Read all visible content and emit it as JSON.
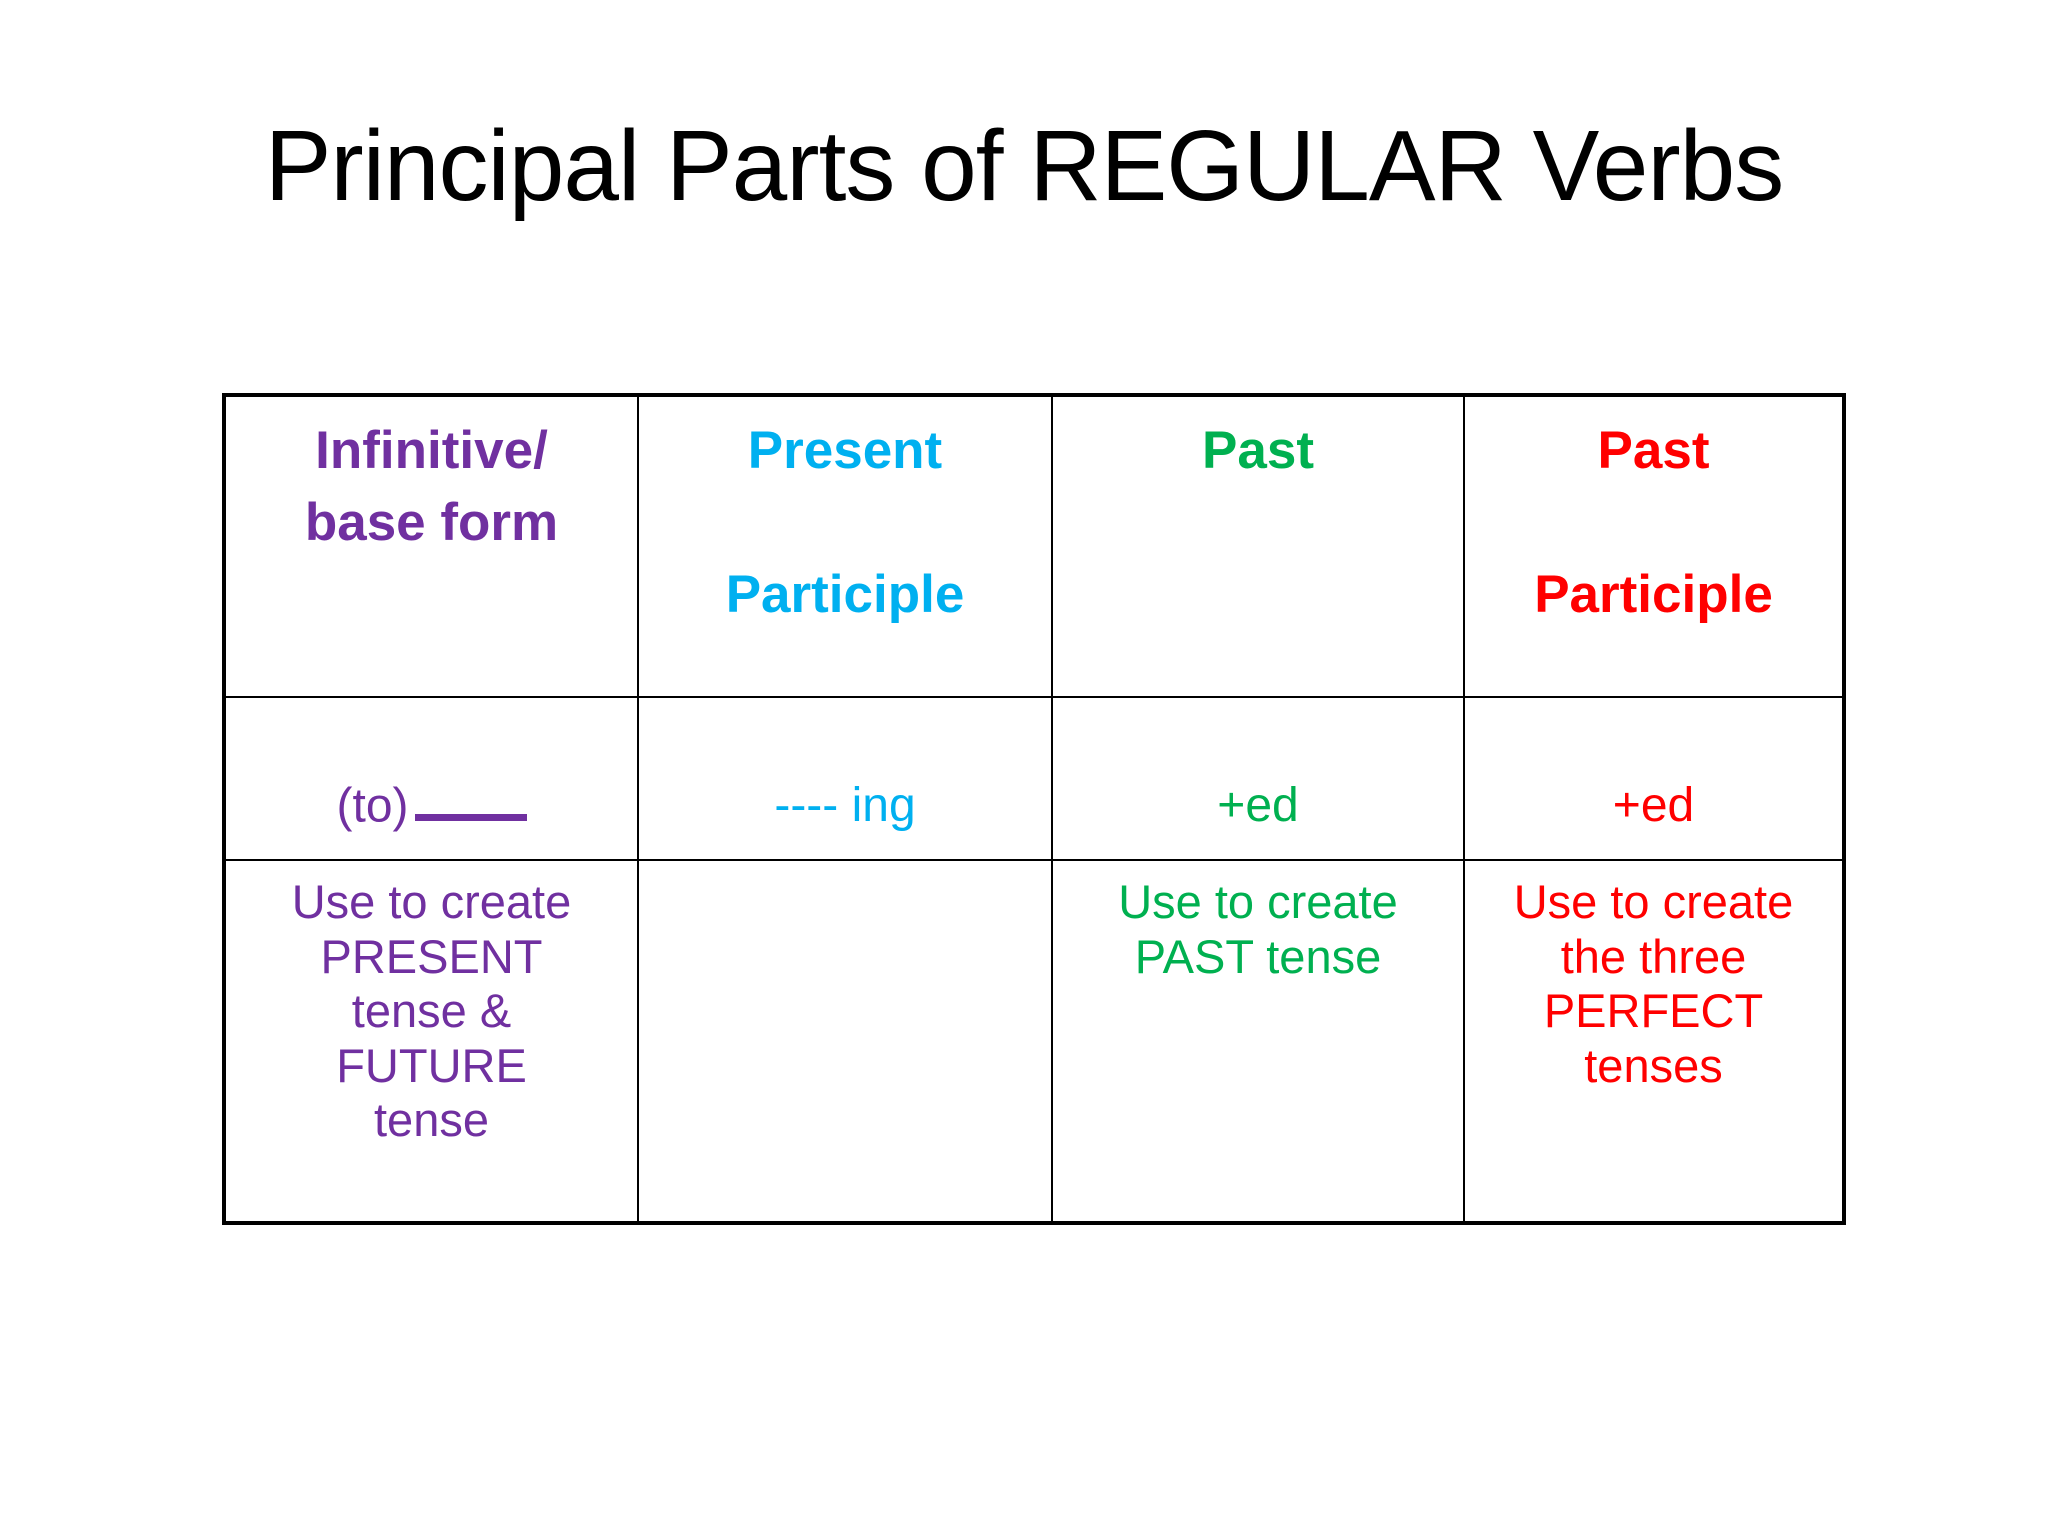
{
  "slide": {
    "title": "Principal Parts of REGULAR Verbs",
    "background_color": "#FFFFFF",
    "title_color": "#000000"
  },
  "accents": {
    "purple": "#7030A0",
    "cyan": "#00B0F0",
    "green": "#00B050",
    "red": "#FF0000",
    "border": "#000000"
  },
  "table": {
    "columns": [
      {
        "key": "infinitive",
        "header": "Infinitive/\nbase form",
        "color": "#7030A0"
      },
      {
        "key": "present_participle",
        "header": "Present\n\nParticiple",
        "color": "#00B0F0"
      },
      {
        "key": "past",
        "header": "Past",
        "color": "#00B050"
      },
      {
        "key": "past_participle",
        "header": "Past\n\nParticiple",
        "color": "#FF0000"
      }
    ],
    "rows": [
      {
        "name": "form-row",
        "cells": [
          {
            "text": "(to)",
            "has_blank": true,
            "color": "#7030A0"
          },
          {
            "text": "---- ing",
            "has_blank": false,
            "color": "#00B0F0"
          },
          {
            "text": "+ed",
            "has_blank": false,
            "color": "#00B050"
          },
          {
            "text": "+ed",
            "has_blank": false,
            "color": "#FF0000"
          }
        ]
      },
      {
        "name": "use-row",
        "cells": [
          {
            "text": "Use to create\nPRESENT\ntense &\nFUTURE\ntense",
            "color": "#7030A0"
          },
          {
            "text": "",
            "color": "#00B0F0"
          },
          {
            "text": "Use to create\nPAST tense",
            "color": "#00B050"
          },
          {
            "text": "Use to create\nthe three\nPERFECT\ntenses",
            "color": "#FF0000"
          }
        ]
      }
    ]
  }
}
